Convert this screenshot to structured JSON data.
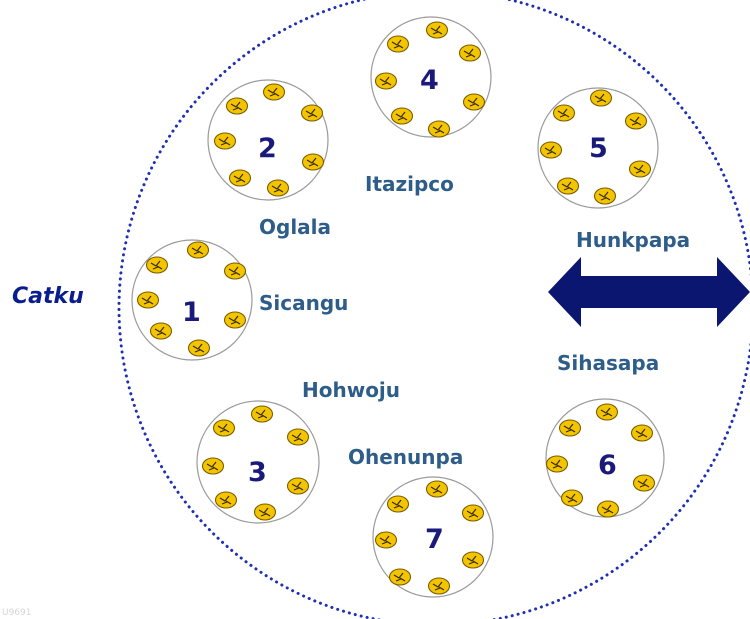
{
  "outer_label": "Catku",
  "camps": [
    {
      "number": "1"
    },
    {
      "number": "2"
    },
    {
      "number": "3"
    },
    {
      "number": "4"
    },
    {
      "number": "5"
    },
    {
      "number": "6"
    },
    {
      "number": "7"
    }
  ],
  "bands": [
    "Oglala",
    "Sicangu",
    "Hohwoju",
    "Ohenunpa",
    "Itazipco",
    "Hunkpapa",
    "Sihasapa"
  ],
  "watermark": "U9691",
  "colors": {
    "ring": "#1f2fb3",
    "arrow": "#0a1670",
    "label": "#2f5d8a",
    "number": "#1a1a7a",
    "tipi_fill": "#f2c500",
    "tipi_stroke": "#7a5b00",
    "camp_fill": "#ffffff",
    "camp_stroke": "#9a9a9a"
  },
  "icons": [
    "tipi-icon",
    "double-arrow-icon"
  ]
}
